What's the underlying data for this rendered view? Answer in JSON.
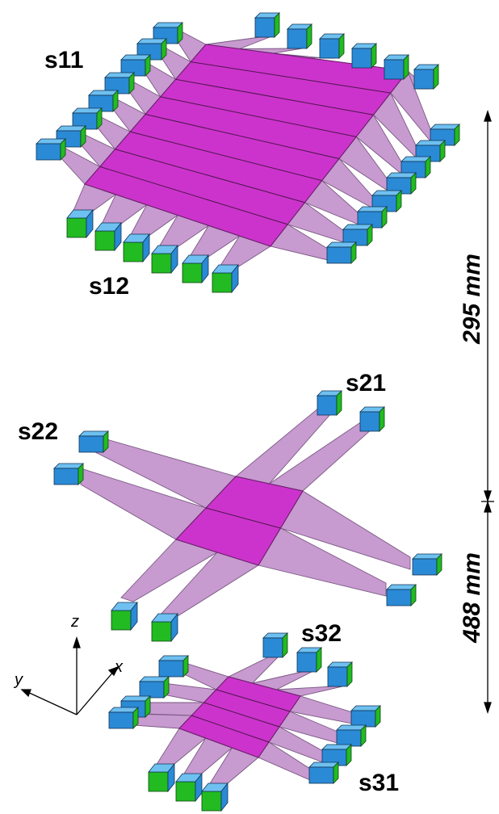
{
  "labels": {
    "s11": "s11",
    "s12": "s12",
    "s21": "s21",
    "s22": "s22",
    "s31": "s31",
    "s32": "s32"
  },
  "dimensions": {
    "upper": "295 mm",
    "lower": "488 mm"
  },
  "axes": {
    "x": "x",
    "y": "y",
    "z": "z"
  },
  "colors": {
    "plate": "#cc33cc",
    "guide": "#c79ad0",
    "module": "#2a8ad6",
    "end": "#22bb22"
  }
}
